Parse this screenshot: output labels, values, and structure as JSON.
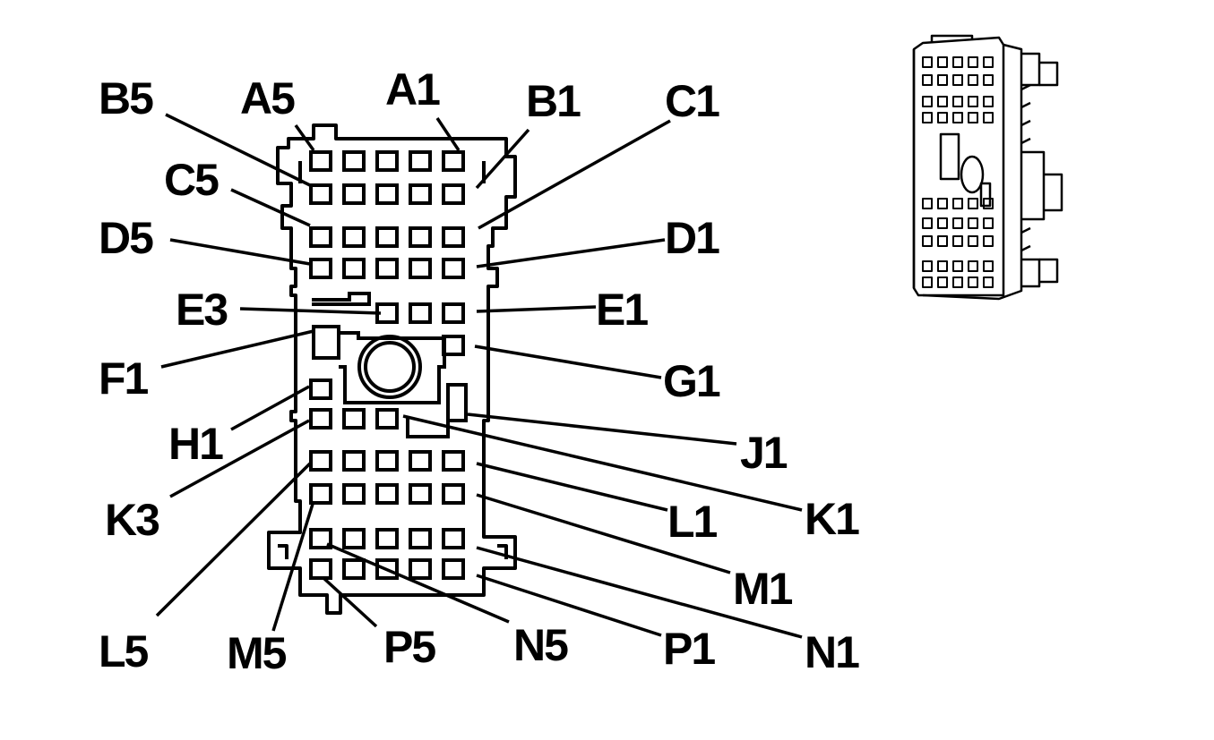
{
  "diagram": {
    "pin_labels": [
      {
        "id": "b5",
        "text": "B5"
      },
      {
        "id": "a5",
        "text": "A5"
      },
      {
        "id": "a1",
        "text": "A1"
      },
      {
        "id": "b1",
        "text": "B1"
      },
      {
        "id": "c1",
        "text": "C1"
      },
      {
        "id": "c5",
        "text": "C5"
      },
      {
        "id": "d5",
        "text": "D5"
      },
      {
        "id": "d1",
        "text": "D1"
      },
      {
        "id": "e3",
        "text": "E3"
      },
      {
        "id": "e1",
        "text": "E1"
      },
      {
        "id": "f1",
        "text": "F1"
      },
      {
        "id": "g1",
        "text": "G1"
      },
      {
        "id": "h1",
        "text": "H1"
      },
      {
        "id": "j1",
        "text": "J1"
      },
      {
        "id": "k3",
        "text": "K3"
      },
      {
        "id": "k1",
        "text": "K1"
      },
      {
        "id": "l1",
        "text": "L1"
      },
      {
        "id": "m1",
        "text": "M1"
      },
      {
        "id": "l5",
        "text": "L5"
      },
      {
        "id": "m5",
        "text": "M5"
      },
      {
        "id": "p5",
        "text": "P5"
      },
      {
        "id": "n5",
        "text": "N5"
      },
      {
        "id": "p1",
        "text": "P1"
      },
      {
        "id": "n1",
        "text": "N1"
      }
    ],
    "colors": {
      "stroke": "#000000",
      "background": "#ffffff"
    }
  }
}
